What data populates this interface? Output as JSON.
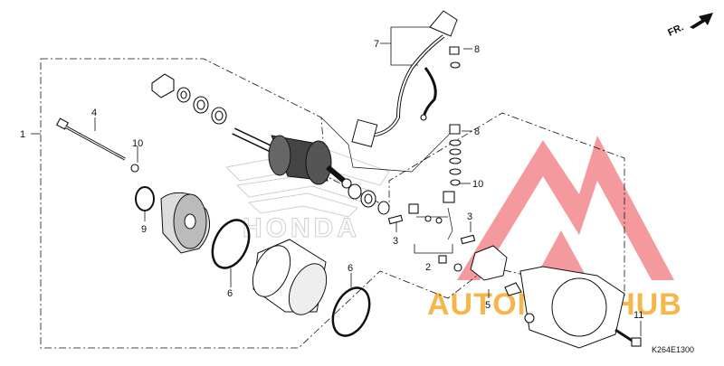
{
  "diagram": {
    "direction_label": "FR.",
    "code": "K264E1300",
    "watermark": {
      "brand": "HONDA",
      "logo_text": "AUTOMOTOHUB",
      "color_red": "#e8323a",
      "color_orange": "#f5a623",
      "color_gray": "#4a4a4a"
    },
    "callouts": {
      "c1": "1",
      "c2": "2",
      "c3a": "3",
      "c3b": "3",
      "c4": "4",
      "c5": "5",
      "c6a": "6",
      "c6b": "6",
      "c7": "7",
      "c8a": "8",
      "c8b": "8",
      "c9": "9",
      "c10a": "10",
      "c10b": "10",
      "c11": "11"
    }
  }
}
